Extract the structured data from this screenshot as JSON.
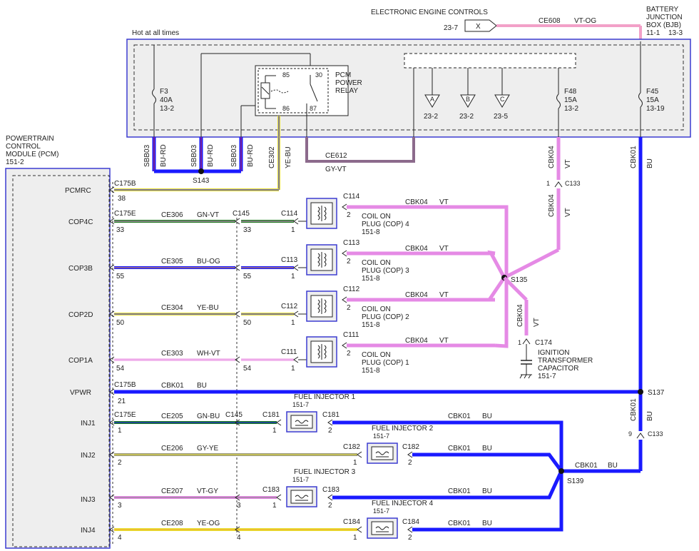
{
  "colors": {
    "blue": "#1a1aff",
    "violet": "#e58ae5",
    "pink": "#f2a0c8",
    "green": "#1e7a1e",
    "yellow": "#e8e030",
    "gray": "#808080",
    "box_outline": "#3b3bd0",
    "box_fill": "#eeeeee"
  },
  "header": {
    "eec": "ELECTRONIC ENGINE CONTROLS",
    "bjb_line1": "BATTERY",
    "bjb_line2": "JUNCTION",
    "bjb_line3": "BOX (BJB)",
    "bjb_ref1": "11-1",
    "bjb_ref2": "13-3",
    "ref_23_7": "23-7",
    "x_label": "X",
    "ce608": "CE608",
    "ce608_color": "VT-OG",
    "hot": "Hot at all times"
  },
  "bjb": {
    "f3": "F3",
    "f3_amp": "40A",
    "f3_ref": "13-2",
    "relay_l1": "PCM",
    "relay_l2": "POWER",
    "relay_l3": "RELAY",
    "pin85": "85",
    "pin86": "86",
    "pin30": "30",
    "pin87": "87",
    "f48": "F48",
    "f48_amp": "15A",
    "f48_ref": "13-2",
    "f45": "F45",
    "f45_amp": "15A",
    "f45_ref": "13-19",
    "a": "A",
    "b": "B",
    "c": "C",
    "a_ref": "23-2",
    "b_ref": "23-2",
    "c_ref": "23-5"
  },
  "upper_wires": {
    "sbb03": "SBB03",
    "burd": "BU-RD",
    "ce302": "CE302",
    "yebu": "YE-BU",
    "ce612": "CE612",
    "gyvt": "GY-VT",
    "cbk04": "CBK04",
    "vt": "VT",
    "cbk01": "CBK01",
    "bu": "BU",
    "s143": "S143",
    "c133": "C133",
    "c133_pin": "1",
    "c133b_pin": "9"
  },
  "pcm": {
    "l1": "POWERTRAIN",
    "l2": "CONTROL",
    "l3": "MODULE (PCM)",
    "l4": "151-2",
    "pins": [
      "PCMRC",
      "COP4C",
      "COP3B",
      "COP2D",
      "COP1A",
      "VPWR",
      "INJ1",
      "INJ2",
      "INJ3",
      "INJ4"
    ]
  },
  "rows": {
    "pcmrc": {
      "conn": "C175B",
      "pin": "38"
    },
    "cop4": {
      "conn": "C175E",
      "pin": "33",
      "circuit": "CE306",
      "color": "GN-VT",
      "c145": "C145",
      "c145pin": "33",
      "coil_conn": "C114",
      "coil_pin_in": "1",
      "coil_conn2": "C114",
      "coil_pin_out": "2",
      "cbk": "CBK04",
      "cbk_color": "VT",
      "name1": "COIL ON",
      "name2": "PLUG (COP) 4",
      "name3": "151-8"
    },
    "cop3": {
      "pin": "55",
      "circuit": "CE305",
      "color": "BU-OG",
      "c145pin": "55",
      "coil_conn": "C113",
      "coil_pin_in": "1",
      "coil_conn2": "C113",
      "coil_pin_out": "2",
      "cbk": "CBK04",
      "cbk_color": "VT",
      "name1": "COIL ON",
      "name2": "PLUG (COP) 3",
      "name3": "151-8"
    },
    "cop2": {
      "pin": "50",
      "circuit": "CE304",
      "color": "YE-BU",
      "c145pin": "50",
      "coil_conn": "C112",
      "coil_pin_in": "1",
      "coil_conn2": "C112",
      "coil_pin_out": "2",
      "cbk": "CBK04",
      "cbk_color": "VT",
      "name1": "COIL ON",
      "name2": "PLUG (COP) 2",
      "name3": "151-8"
    },
    "cop1": {
      "pin": "54",
      "circuit": "CE303",
      "color": "WH-VT",
      "c145pin": "54",
      "coil_conn": "C111",
      "coil_pin_in": "1",
      "coil_conn2": "C111",
      "coil_pin_out": "2",
      "cbk": "CBK04",
      "cbk_color": "VT",
      "name1": "COIL ON",
      "name2": "PLUG (COP) 1",
      "name3": "151-8"
    },
    "s135": "S135",
    "c174": "C174",
    "c174pin": "1",
    "cap1": "IGNITION",
    "cap2": "TRANSFORMER",
    "cap3": "CAPACITOR",
    "cap4": "151-7",
    "vpwr": {
      "conn": "C175B",
      "pin": "21",
      "circuit": "CBK01",
      "color": "BU"
    },
    "s137": "S137",
    "inj1": {
      "conn": "C175E",
      "pin": "1",
      "circuit": "CE205",
      "color": "GN-BU",
      "c145": "C145",
      "c181": "C181",
      "c181pin": "1",
      "c181b": "C181",
      "c181bpin": "2",
      "name": "FUEL  INJECTOR 1",
      "ref": "151-7",
      "cbk": "CBK01",
      "cbk_color": "BU"
    },
    "inj2": {
      "pin": "2",
      "circuit": "CE206",
      "color": "GY-YE",
      "c182": "C182",
      "c182pin": "1",
      "c182b": "C182",
      "c182bpin": "2",
      "name": "FUEL INJECTOR 2",
      "ref": "151-7",
      "cbk": "CBK01",
      "cbk_color": "BU"
    },
    "inj3": {
      "pin": "3",
      "circuit": "CE207",
      "color": "VT-GY",
      "c145pin": "3",
      "c183": "C183",
      "c183pin": "1",
      "c183b": "C183",
      "c183bpin": "2",
      "name": "FUEL    INJECTOR 3",
      "ref": "151-7",
      "cbk": "CBK01",
      "cbk_color": "BU"
    },
    "inj4": {
      "pin": "4",
      "circuit": "CE208",
      "color": "YE-OG",
      "c145pin": "4",
      "c184": "C184",
      "c184pin": "1",
      "c184b": "C184",
      "c184bpin": "2",
      "name": "FUEL INJECTOR 4",
      "ref": "151-7",
      "cbk": "CBK01",
      "cbk_color": "BU"
    },
    "s139": "S139",
    "inj1_pin": "1",
    "inj2_pin": "2"
  }
}
